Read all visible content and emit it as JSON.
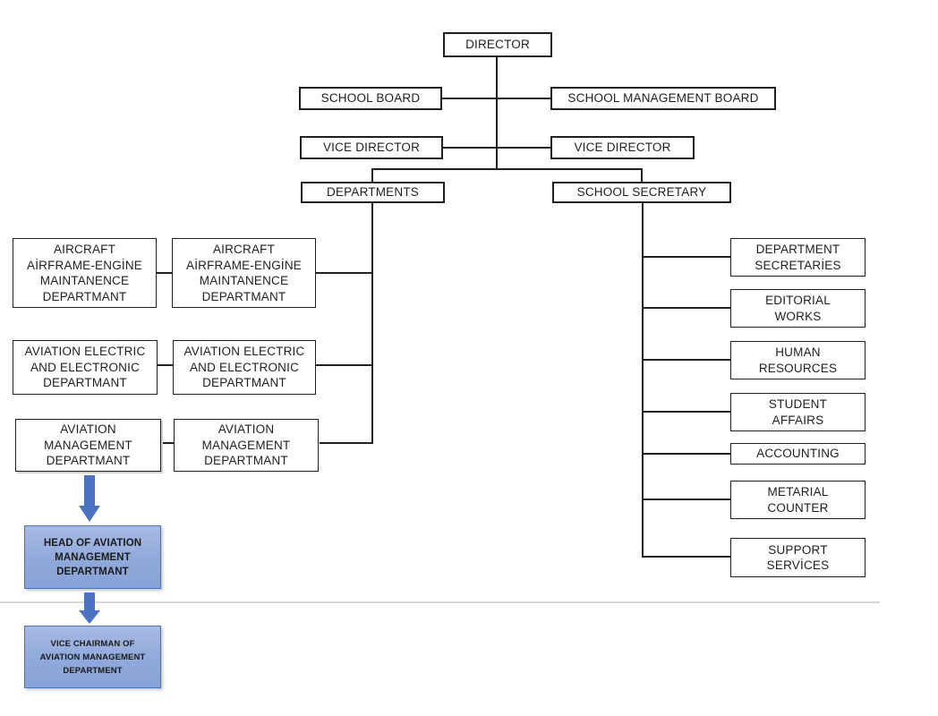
{
  "org_chart": {
    "top": {
      "director": "DIRECTOR",
      "school_board": "SCHOOL BOARD",
      "school_management_board": "SCHOOL MANAGEMENT BOARD",
      "vice_director_left": "VICE DIRECTOR",
      "vice_director_right": "VICE DIRECTOR",
      "departments": "DEPARTMENTS",
      "school_secretary": "SCHOOL SECRETARY"
    },
    "department_pairs": [
      {
        "left": "AIRCRAFT\nAİRFRAME-ENGİNE\nMAINTANENCE\nDEPARTMANT",
        "right": "AIRCRAFT\nAİRFRAME-ENGİNE\nMAINTANENCE\nDEPARTMANT"
      },
      {
        "left": "AVIATION ELECTRIC\nAND ELECTRONIC\nDEPARTMANT",
        "right": "AVIATION ELECTRIC\nAND ELECTRONIC\nDEPARTMANT"
      },
      {
        "left": "AVIATION\nMANAGEMENT\nDEPARTMANT",
        "right": "AVIATION\nMANAGEMENT\nDEPARTMANT"
      }
    ],
    "secretary_units": [
      "DEPARTMENT\nSECRETARİES",
      "EDITORIAL\nWORKS",
      "HUMAN\nRESOURCES",
      "STUDENT\nAFFAIRS",
      "ACCOUNTING",
      "METARIAL\nCOUNTER",
      "SUPPORT\nSERVİCES"
    ],
    "aviation_chain": [
      "HEAD OF AVIATION\nMANAGEMENT\nDEPARTMANT",
      "VICE CHAIRMAN OF\nAVIATION MANAGEMENT\nDEPARTMENT"
    ]
  },
  "colors": {
    "box_border": "#1f1f1f",
    "box_fill": "#ffffff",
    "text": "#1f1f1f",
    "blue_fill_top": "#a9b9e4",
    "blue_fill_bottom": "#87a2d6",
    "blue_border": "#4472c4",
    "arrow_blue": "#4a72c4",
    "separator_gray": "#d6d6d6"
  }
}
